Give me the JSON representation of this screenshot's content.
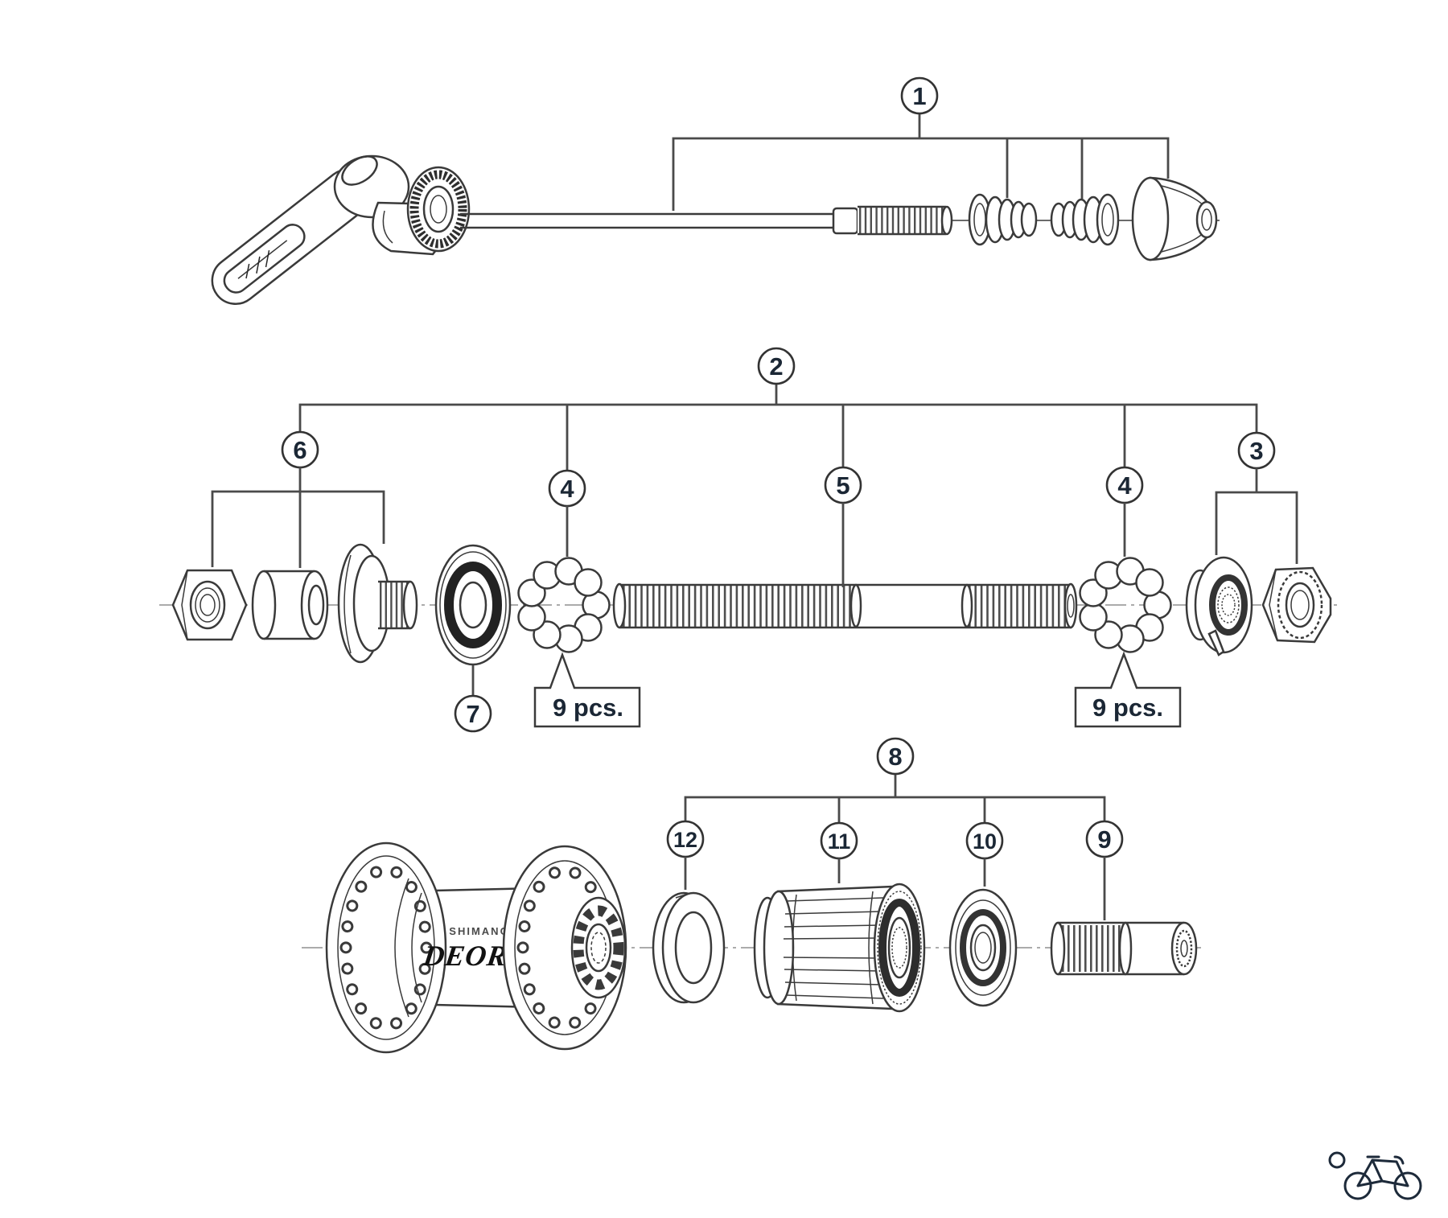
{
  "diagram": {
    "type": "exploded-parts-diagram",
    "subject": "Shimano Deore rear hub with quick release and freehub body",
    "colors": {
      "background": "#ffffff",
      "line": "#3a3a3a",
      "bracket_line": "#4a4a4a",
      "callout_text": "#1b2735",
      "logo": "#1d2a3a"
    },
    "callouts": {
      "c1": "1",
      "c2": "2",
      "c3": "3",
      "c4_left": "4",
      "c4_right": "4",
      "c5": "5",
      "c6": "6",
      "c7": "7",
      "c8": "8",
      "c9": "9",
      "c10": "10",
      "c11": "11",
      "c12": "12"
    },
    "quantity_labels": {
      "left_bearings": "9 pcs.",
      "right_bearings": "9 pcs."
    },
    "hub_branding": {
      "brand": "SHIMANO",
      "model": "DEORE"
    }
  }
}
